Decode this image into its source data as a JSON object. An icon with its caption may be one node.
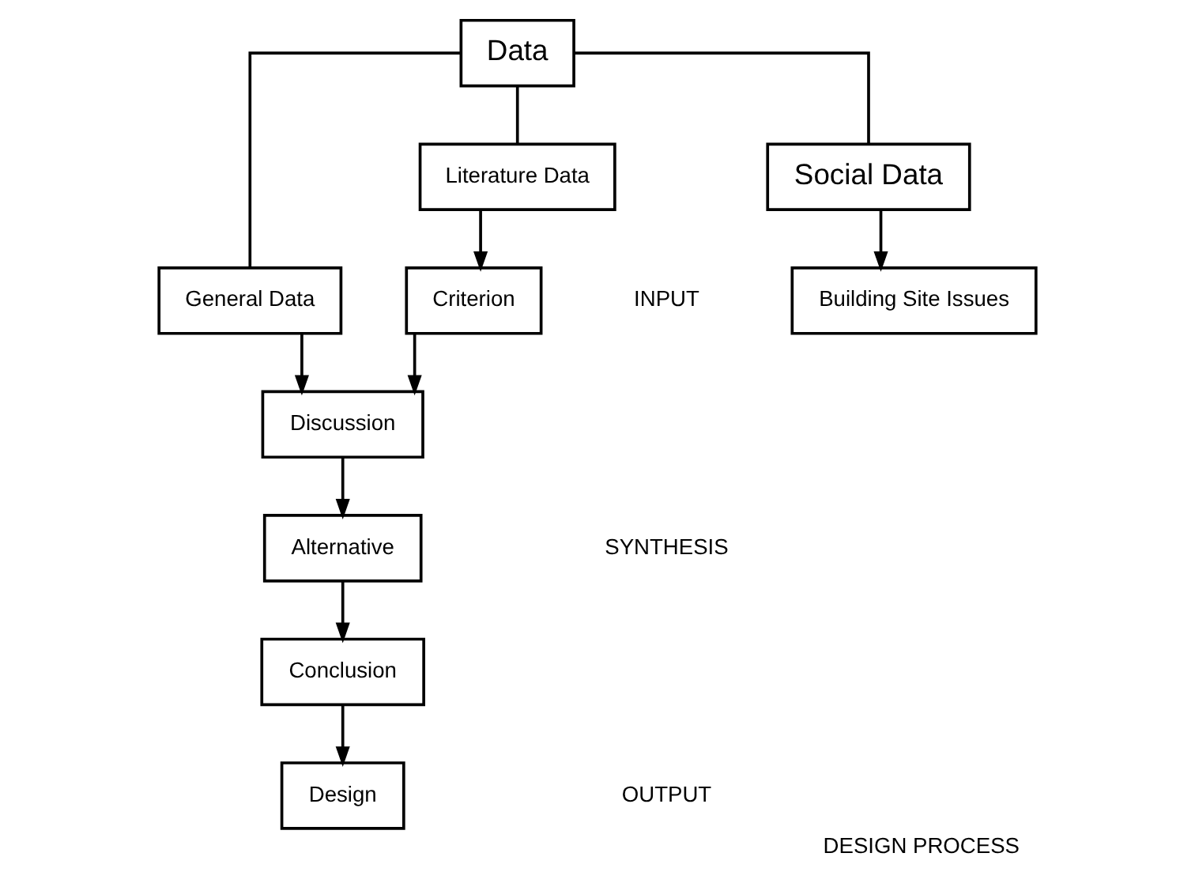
{
  "diagram": {
    "caption": "DESIGN PROCESS",
    "nodes": [
      {
        "text": [
          "Data"
        ]
      },
      {
        "text": [
          "Literature Data"
        ]
      },
      {
        "text": [
          "General Data"
        ]
      },
      {
        "text": [
          "Social Data"
        ]
      },
      {
        "text": [
          "Criterion"
        ]
      },
      {
        "text": [
          "Building Site Issues"
        ]
      },
      {
        "text": [
          "Discussion"
        ]
      },
      {
        "text": [
          "Alternative"
        ]
      },
      {
        "text": [
          "Conclusion"
        ]
      },
      {
        "text": [
          "Design"
        ]
      }
    ],
    "edges": [
      {
        "from": 0,
        "to": 1,
        "arrow": "none"
      },
      {
        "from": 0,
        "to": 2,
        "arrow": "none"
      },
      {
        "from": 0,
        "to": 3,
        "arrow": "none"
      },
      {
        "from": 1,
        "to": 4,
        "arrow": "to"
      },
      {
        "from": 2,
        "to": 6,
        "arrow": "to"
      },
      {
        "from": 3,
        "to": 5,
        "arrow": "to"
      },
      {
        "from": 4,
        "to": 6,
        "arrow": "to"
      },
      {
        "from": 6,
        "to": 7,
        "arrow": "to"
      },
      {
        "from": 7,
        "to": 8,
        "arrow": "to"
      },
      {
        "from": 8,
        "to": 9,
        "arrow": "to"
      }
    ],
    "labels": [
      "INPUT",
      "SYNTHESIS",
      "OUTPUT"
    ]
  }
}
